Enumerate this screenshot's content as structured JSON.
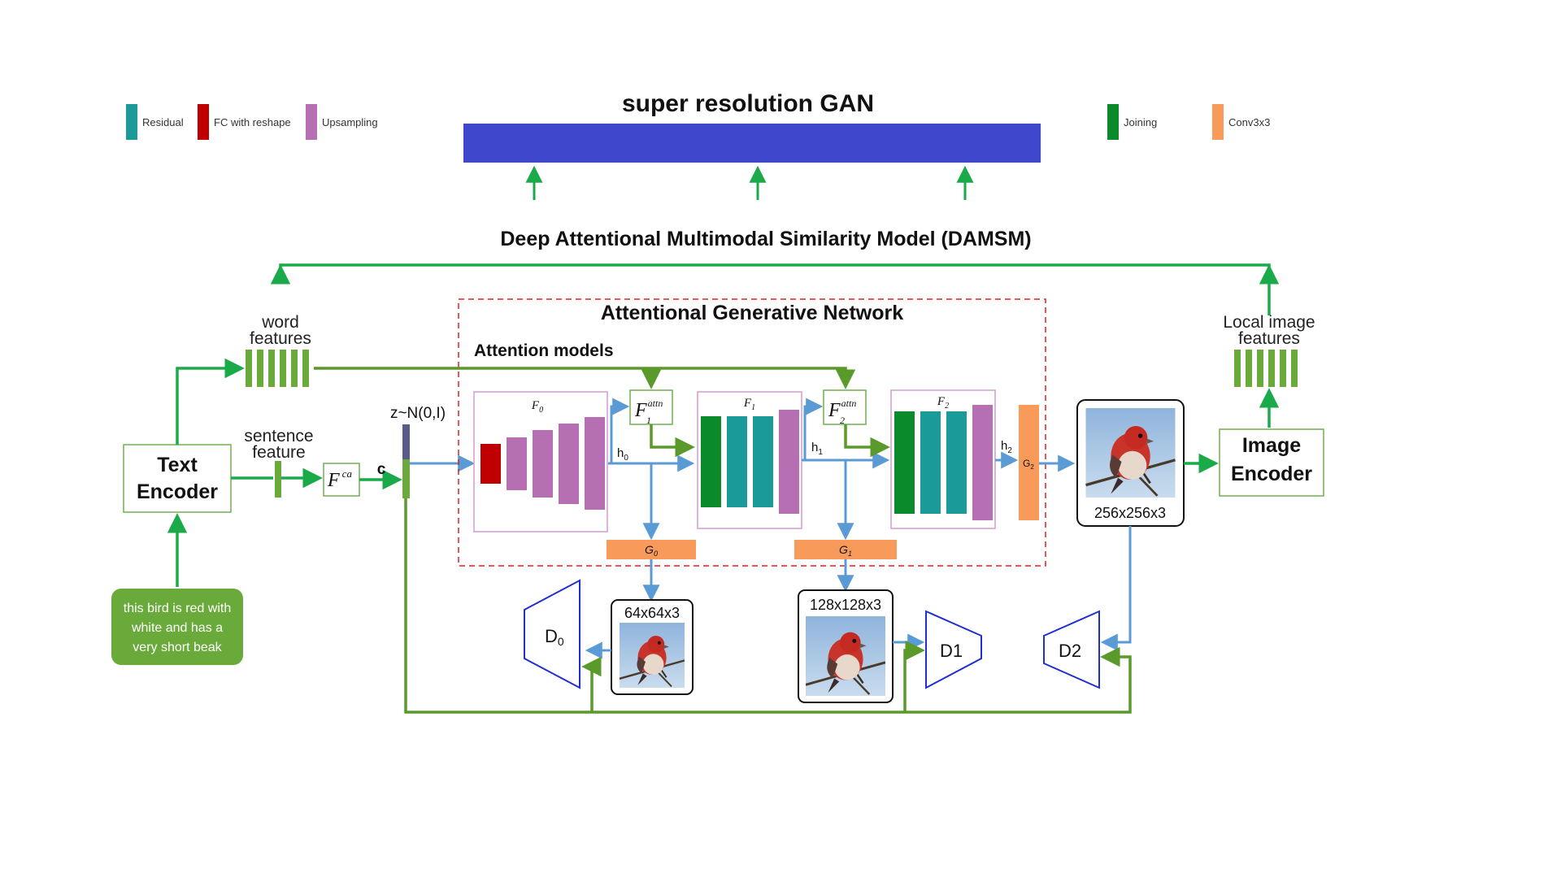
{
  "title_srgan": "super resolution GAN",
  "title_damsm": "Deep Attentional Multimodal Similarity Model (DAMSM)",
  "title_agn": "Attentional Generative Network",
  "attention_models_label": "Attention models",
  "legend": [
    {
      "label": "Residual",
      "color": "#1a9a98"
    },
    {
      "label": "FC with reshape",
      "color": "#c00000"
    },
    {
      "label": "Upsampling",
      "color": "#b66fb2"
    },
    {
      "label": "Joining",
      "color": "#0a8a2a"
    },
    {
      "label": "Conv3x3",
      "color": "#f79a5a"
    }
  ],
  "text_encoder": {
    "line1": "Text",
    "line2": "Encoder"
  },
  "image_encoder": {
    "line1": "Image",
    "line2": "Encoder"
  },
  "word_features": {
    "line1": "word",
    "line2": "features"
  },
  "sentence_feature": {
    "line1": "sentence",
    "line2": "feature"
  },
  "local_image_features": {
    "line1": "Local image",
    "line2": "features"
  },
  "caption": {
    "line1": "this bird is red with",
    "line2": "white and has a",
    "line3": "very short beak"
  },
  "noise_label": "z~N(0,I)",
  "c_label": "c",
  "fca": {
    "base": "F",
    "sup": "ca"
  },
  "f0": {
    "base": "F",
    "sub": "0"
  },
  "f1": {
    "base": "F",
    "sub": "1"
  },
  "f2": {
    "base": "F",
    "sub": "2"
  },
  "f1attn": {
    "base": "F",
    "sup": "attn",
    "sub": "1"
  },
  "f2attn": {
    "base": "F",
    "sup": "attn",
    "sub": "2"
  },
  "h0": {
    "base": "h",
    "sub": "0"
  },
  "h1": {
    "base": "h",
    "sub": "1"
  },
  "h2": {
    "base": "h",
    "sub": "2"
  },
  "g0": {
    "base": "G",
    "sub": "0"
  },
  "g1": {
    "base": "G",
    "sub": "1"
  },
  "g2": {
    "base": "G",
    "sub": "2"
  },
  "img64_label": "64x64x3",
  "img128_label": "128x128x3",
  "img256_label": "256x256x3",
  "d0": {
    "base": "D",
    "sub": "0"
  },
  "d1_label": "D1",
  "d2_label": "D2",
  "colors": {
    "green_arrow": "#1aaa4a",
    "olive_green": "#5a9a2a",
    "blue_arrow": "#5b9bd5",
    "srgan_bar": "#3f48cc",
    "discriminator": "#1f2fd0",
    "dashed_box": "#e02020",
    "box_border": "#70b050",
    "caption_bg": "#6aaa3a",
    "orange": "#f79a5a",
    "residual": "#1a9a98",
    "fc_red": "#c00000",
    "upsampling": "#b66fb2",
    "joining": "#0a8a2a",
    "pink_border": "#d49ad0"
  }
}
